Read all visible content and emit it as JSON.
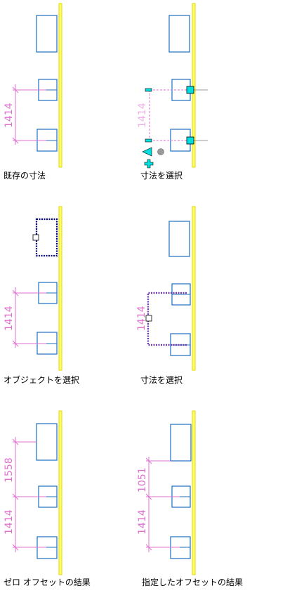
{
  "panels": [
    {
      "id": "p1",
      "caption": "既存の寸法",
      "dimensions": [
        "1414"
      ]
    },
    {
      "id": "p2",
      "caption": "寸法を選択",
      "dimensions": [
        "1414"
      ]
    },
    {
      "id": "p3",
      "caption": "オブジェクトを選択",
      "dimensions": [
        "1414"
      ]
    },
    {
      "id": "p4",
      "caption": "寸法を選択",
      "dimensions": [
        "1414"
      ]
    },
    {
      "id": "p5",
      "caption": "ゼロ オフセットの結果",
      "dimensions": [
        "1558",
        "1414"
      ]
    },
    {
      "id": "p6",
      "caption": "指定したオフセットの結果",
      "dimensions": [
        "1051",
        "1414"
      ]
    }
  ],
  "colors": {
    "wall": "#ffff00",
    "wall_edge": "#e6e600",
    "object": "#1c6fc0",
    "dimension": "#e070d0",
    "grip": "#00e0e0",
    "selection": "#000080",
    "grey": "#9a9a9a"
  }
}
